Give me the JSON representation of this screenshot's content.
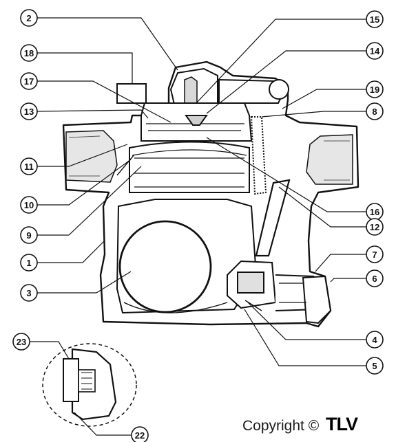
{
  "copyright": {
    "text": "Copyright ©",
    "brand": "TLV"
  },
  "callouts": [
    {
      "id": "c2",
      "label": "2"
    },
    {
      "id": "c18",
      "label": "18"
    },
    {
      "id": "c17",
      "label": "17"
    },
    {
      "id": "c13",
      "label": "13"
    },
    {
      "id": "c11",
      "label": "11"
    },
    {
      "id": "c10",
      "label": "10"
    },
    {
      "id": "c9",
      "label": "9"
    },
    {
      "id": "c1",
      "label": "1"
    },
    {
      "id": "c3",
      "label": "3"
    },
    {
      "id": "c15",
      "label": "15"
    },
    {
      "id": "c14",
      "label": "14"
    },
    {
      "id": "c19",
      "label": "19"
    },
    {
      "id": "c8",
      "label": "8"
    },
    {
      "id": "c16",
      "label": "16"
    },
    {
      "id": "c12",
      "label": "12"
    },
    {
      "id": "c7",
      "label": "7"
    },
    {
      "id": "c6",
      "label": "6"
    },
    {
      "id": "c4",
      "label": "4"
    },
    {
      "id": "c5",
      "label": "5"
    },
    {
      "id": "c23",
      "label": "23"
    },
    {
      "id": "c22",
      "label": "22"
    }
  ]
}
